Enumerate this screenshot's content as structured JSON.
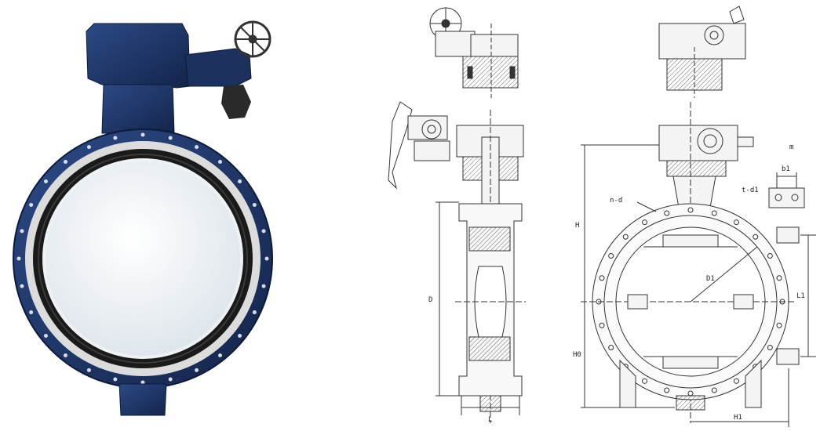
{
  "photo": {
    "colors": {
      "body": "#1f3566",
      "body_dark": "#0f1d3d",
      "disc": "#e9eef2",
      "ring": "#d8d8d8",
      "seal": "#1a1a1a"
    }
  },
  "drawing_labels": {
    "side_view": {
      "D": "D",
      "L": "L"
    },
    "front_view": {
      "H": "H",
      "H0": "H0",
      "H1": "H1",
      "L1": "L1",
      "D1": "D1",
      "n_d": "n-d",
      "b1": "b1",
      "t_d1": "t-d1",
      "m": "m"
    }
  },
  "colors": {
    "line": "#333333",
    "hatch": "#555555",
    "fill": "#f4f4f4"
  }
}
